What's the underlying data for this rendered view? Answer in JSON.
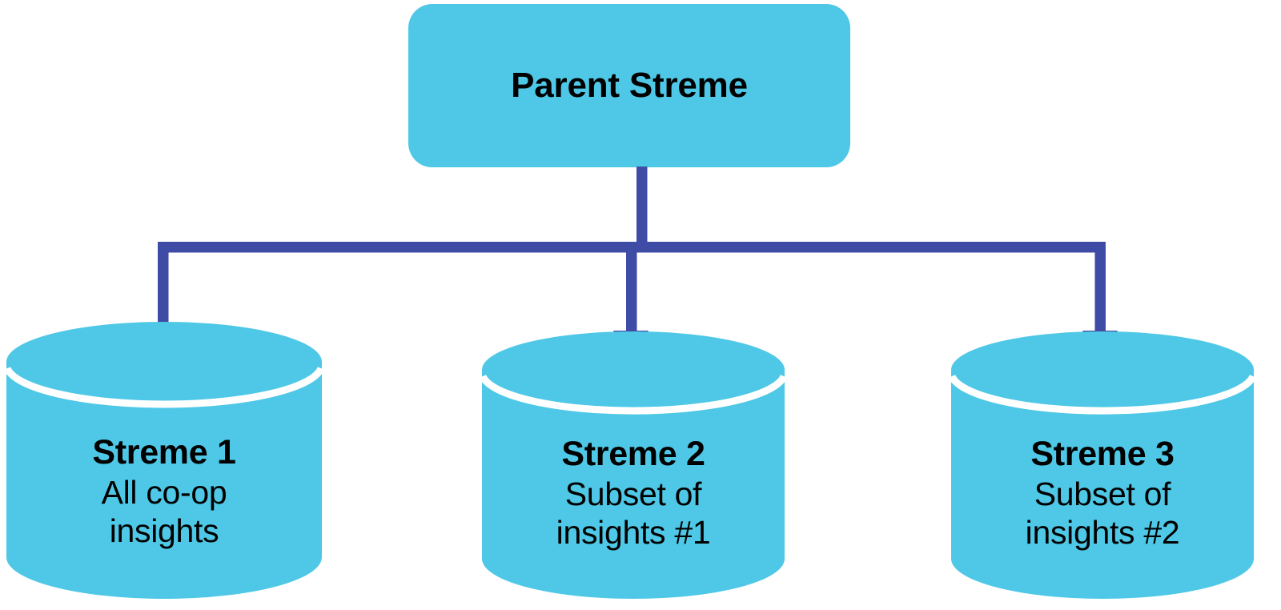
{
  "diagram": {
    "type": "hierarchy-flow",
    "background_color": "#ffffff",
    "node_fill_color": "#4ec8e6",
    "connector_color": "#3f4ca5",
    "text_color": "#000000",
    "separator_color": "#ffffff"
  },
  "parent": {
    "label": "Parent Streme",
    "shape": "rounded-rectangle"
  },
  "children": [
    {
      "title": "Streme 1",
      "description": "All co-op\ninsights",
      "shape": "cylinder",
      "icon": "database-cylinder-icon"
    },
    {
      "title": "Streme 2",
      "description": "Subset of\ninsights #1",
      "shape": "cylinder",
      "icon": "database-cylinder-icon"
    },
    {
      "title": "Streme 3",
      "description": "Subset of\ninsights #2",
      "shape": "cylinder",
      "icon": "database-cylinder-icon"
    }
  ],
  "connectors": [
    {
      "from": "parent",
      "to": "Streme 1",
      "style": "elbow-arrow"
    },
    {
      "from": "parent",
      "to": "Streme 2",
      "style": "straight-arrow"
    },
    {
      "from": "parent",
      "to": "Streme 3",
      "style": "elbow-arrow"
    }
  ]
}
